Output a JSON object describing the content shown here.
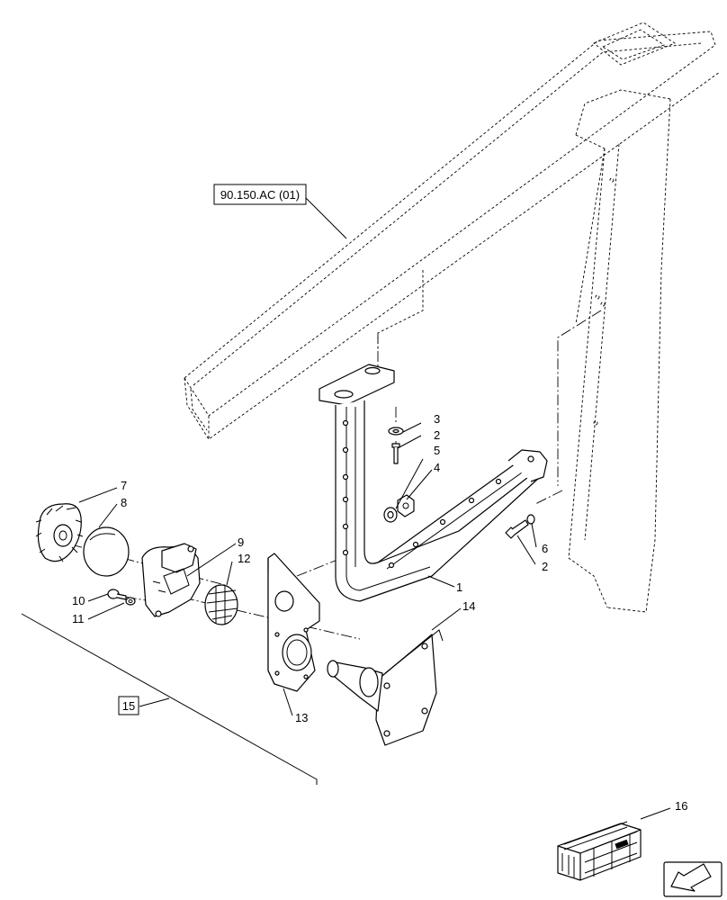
{
  "references": {
    "section_ref": "90.150.AC (01)",
    "group_ref": "15"
  },
  "callouts": {
    "c1": "1",
    "c2a": "2",
    "c2b": "2",
    "c3": "3",
    "c4": "4",
    "c5": "5",
    "c6": "6",
    "c7": "7",
    "c8": "8",
    "c9": "9",
    "c10": "10",
    "c11": "11",
    "c12": "12",
    "c13": "13",
    "c14": "14",
    "c16": "16"
  },
  "icons": {
    "kit": "crate-icon",
    "nav": "arrow-icon"
  },
  "colors": {
    "line": "#000000",
    "background": "#ffffff"
  }
}
